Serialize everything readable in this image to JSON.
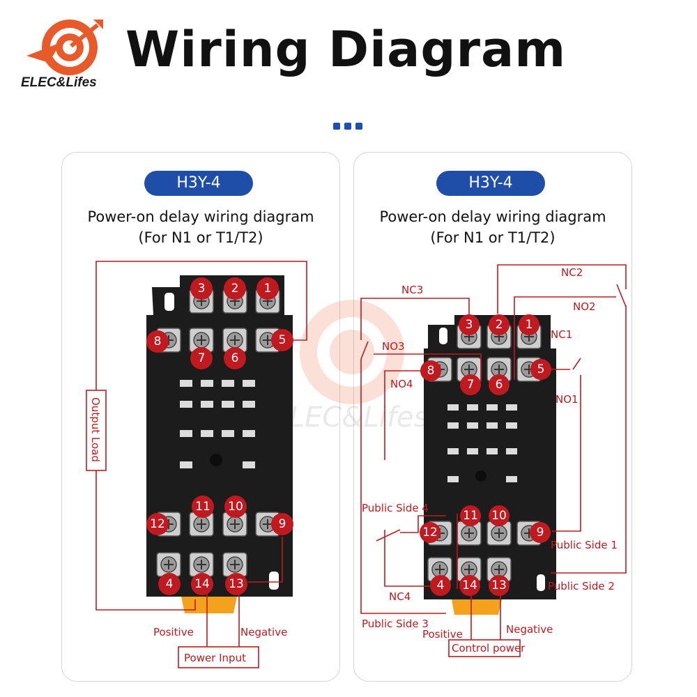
{
  "brand": {
    "name": "ELEC&Lifes",
    "watermark": "ELEC&Lifes"
  },
  "title": "Wiring Diagram",
  "panels": [
    {
      "model": "H3Y-4",
      "subtitle_line1": "Power-on delay wiring diagram",
      "subtitle_line2": "(For N1 or T1/T2)",
      "labels": {
        "output_load": "Output Load",
        "positive": "Positive",
        "negative": "Negative",
        "power_input": "Power Input"
      }
    },
    {
      "model": "H3Y-4",
      "subtitle_line1": "Power-on delay wiring diagram",
      "subtitle_line2": "(For N1 or T1/T2)",
      "labels": {
        "nc1": "NC1",
        "nc2": "NC2",
        "nc3": "NC3",
        "nc4": "NC4",
        "no1": "NO1",
        "no2": "NO2",
        "no3": "NO3",
        "no4": "NO4",
        "public_side_1": "Public Side 1",
        "public_side_2": "Public Side 2",
        "public_side_3": "Public Side 3",
        "public_side_4": "Public Side 4",
        "positive": "Positive",
        "negative": "Negative",
        "control_power": "Control power"
      }
    }
  ],
  "terminals": [
    "1",
    "2",
    "3",
    "4",
    "5",
    "6",
    "7",
    "8",
    "9",
    "10",
    "11",
    "12",
    "13",
    "14"
  ],
  "colors": {
    "accent_red": "#c0191f",
    "pill_blue": "#1e4ea8",
    "socket_black": "#1c1c1c"
  }
}
